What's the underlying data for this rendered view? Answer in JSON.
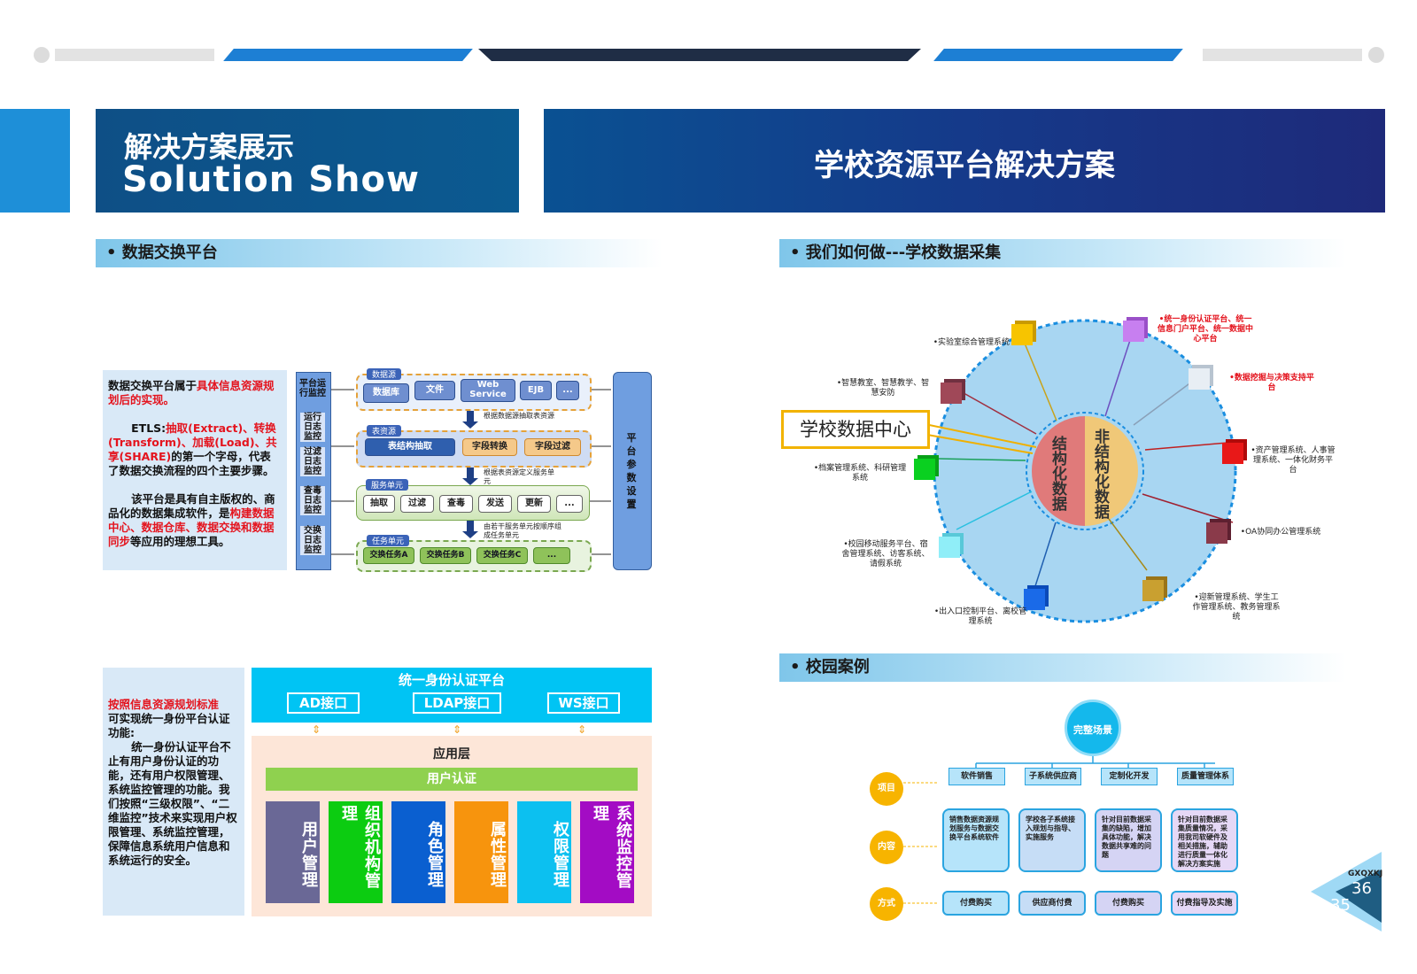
{
  "header": {
    "section_zh": "解决方案展示",
    "section_en": "Solution Show",
    "page_title": "学校资源平台解决方案"
  },
  "sections": {
    "exchange": "• 数据交换平台",
    "collection": "• 我们如何做---学校数据采集",
    "cases": "• 校园案例"
  },
  "exchange_text": {
    "p1_a": "数据交换平台属于",
    "p1_b": "具体信息资源规划后的实现。",
    "p2_a": "ETLS:",
    "p2_b": "抽取(Extract)、转换(Transform)、加载(Load)、共享(SHARE)",
    "p2_c": "的第一个字母，代表了数据交换流程的四个主要步骤。",
    "p3_a": "该平台是具有自主版权的、商品化的数据集成软件，是",
    "p3_b": "构建数据中心、数据仓库、数据交换和数据同步",
    "p3_c": "等应用的理想工具。"
  },
  "exchange_diagram": {
    "left_labels": [
      "平台运行监控",
      "运行日志监控",
      "过滤日志监控",
      "查毒日志监控",
      "交换日志监控"
    ],
    "right_label": "平台参数设置",
    "groups": [
      {
        "label": "数据源",
        "items": [
          "数据库",
          "文件",
          "Web Service",
          "EJB",
          "..."
        ]
      },
      {
        "label": "表资源",
        "items": [
          "表结构抽取",
          "字段转换",
          "字段过滤"
        ]
      },
      {
        "label": "服务单元",
        "items": [
          "抽取",
          "过滤",
          "查毒",
          "发送",
          "更新",
          "..."
        ]
      },
      {
        "label": "任务单元",
        "items": [
          "交换任务A",
          "交换任务B",
          "交换任务C",
          "..."
        ]
      }
    ],
    "notes": [
      "根据数据源抽取表资源",
      "根据表资源定义服务单元",
      "由若干服务单元按顺序组成任务单元"
    ]
  },
  "identity_text": {
    "a": "按照信息资源规划标准",
    "b": "可实现统一身份平台认证功能:",
    "c": "统一身份认证平台不止有用户身份认证的功能，还有用户权限管理、系统监控管理的功能。我们按照“三级权限”、“二维监控”技术来实现用户权限管理、系统监控管理，保障信息系统用户信息和系统运行的安全。"
  },
  "identity_diagram": {
    "title": "统一身份认证平台",
    "interfaces": [
      "AD接口",
      "LDAP接口",
      "WS接口"
    ],
    "app_layer": "应用层",
    "user_auth": "用户认证",
    "modules": [
      {
        "label": "用户管理",
        "color": "#6a6896"
      },
      {
        "label": "组织机构管理",
        "color": "#0ccc11"
      },
      {
        "label": "角色管理",
        "color": "#0a5fd0"
      },
      {
        "label": "属性管理",
        "color": "#f7940d"
      },
      {
        "label": "权限管理",
        "color": "#0cc0f0"
      },
      {
        "label": "系统监控管理",
        "color": "#a30cc4"
      }
    ]
  },
  "collection": {
    "center_label": "学校数据中心",
    "structured": "结构化数据",
    "unstructured": "非结构化数据",
    "systems": [
      "•实验室综合管理系统",
      "•统一身份认证平台、统一信息门户平台、统一数据中心平台",
      "•数据挖掘与决策支持平台",
      "•资产管理系统、人事管理系统、一体化财务平台",
      "•OA协同办公管理系统",
      "•迎新管理系统、学生工作管理系统、教务管理系统",
      "•出入口控制平台、离校管理系统",
      "•校园移动服务平台、宿舍管理系统、访客系统、请假系统",
      "•档案管理系统、科研管理系统",
      "•智慧教室、智慧教学、智慧安防"
    ]
  },
  "cases": {
    "root": "完整场景",
    "row_labels": [
      "项目",
      "内容",
      "方式"
    ],
    "columns": [
      {
        "head": "软件销售",
        "body": "销售数据资源规划服务与数据交换平台系统软件",
        "foot": "付费购买"
      },
      {
        "head": "子系统供应商",
        "body": "学校各子系统接入规划与指导、实施服务",
        "foot": "供应商付费"
      },
      {
        "head": "定制化开发",
        "body": "针对目前数据采集的缺陷，增加具体功能，解决数据共享难的问题",
        "foot": "付费购买"
      },
      {
        "head": "质量管理体系",
        "body": "针对目前数据采集质量情况，采用我司软硬件及相关措施，辅助进行质量一体化解决方案实施",
        "foot": "付费指导及实施"
      }
    ]
  },
  "page_tag": {
    "code": "GXQXKJ",
    "num_a": "36",
    "num_b": "35"
  }
}
